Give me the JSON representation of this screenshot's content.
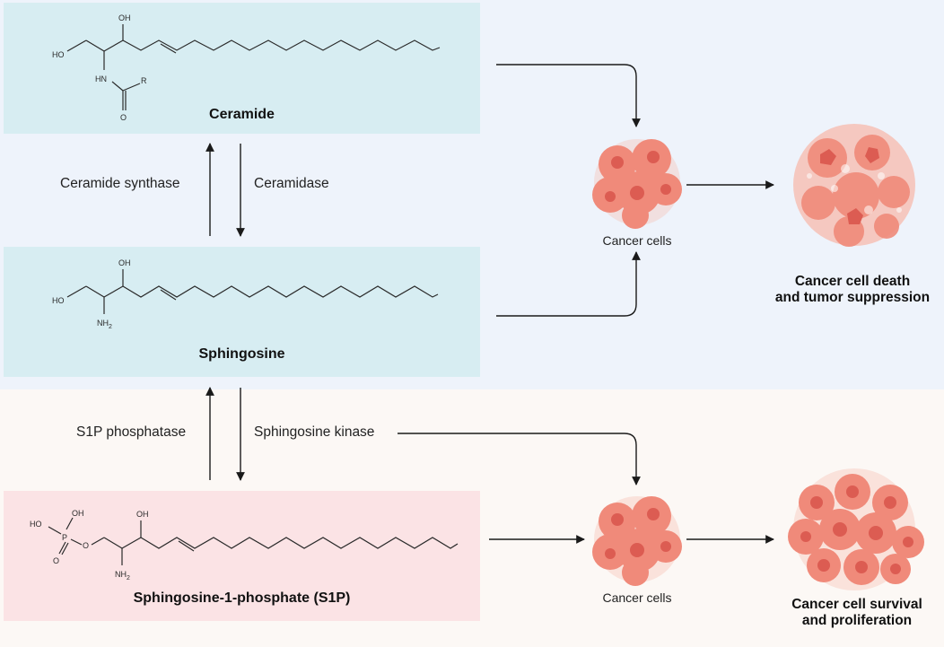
{
  "colors": {
    "band_top": "#eef3fb",
    "band_bottom": "#fcf8f5",
    "box_blue": "#d7edf2",
    "box_pink": "#fbe3e5",
    "bond": "#2a2a2a",
    "arrow": "#1a1a1a",
    "cell_fill": "#f08a7a",
    "cell_light": "#f7b9ac",
    "nucleus": "#dc5c52"
  },
  "molecules": {
    "ceramide": {
      "name": "Ceramide",
      "atoms": {
        "oh": "OH",
        "ho": "HO",
        "hn": "HN",
        "r": "R",
        "o": "O"
      }
    },
    "sphingosine": {
      "name": "Sphingosine",
      "atoms": {
        "oh": "OH",
        "ho": "HO",
        "nh2": "NH2"
      }
    },
    "s1p": {
      "name": "Sphingosine-1-phosphate (S1P)",
      "atoms": {
        "oh_p": "OH",
        "ho_p": "HO",
        "p": "P",
        "o_dbl": "O",
        "o_link": "O",
        "oh": "OH",
        "nh2": "NH2"
      }
    }
  },
  "enzymes": {
    "ceramide_synthase": "Ceramide synthase",
    "ceramidase": "Ceramidase",
    "s1p_phosphatase": "S1P phosphatase",
    "sphingosine_kinase": "Sphingosine kinase"
  },
  "cells": {
    "top_label": "Cancer cells",
    "bottom_label": "Cancer cells"
  },
  "outcomes": {
    "death": [
      "Cancer cell death",
      "and tumor suppression"
    ],
    "survival": [
      "Cancer cell survival",
      "and proliferation"
    ]
  }
}
